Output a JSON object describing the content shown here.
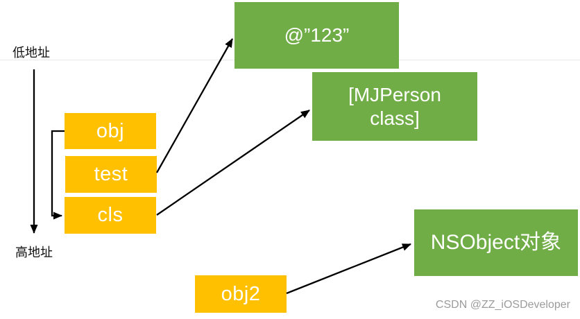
{
  "colors": {
    "yellow_box": "#FFC000",
    "green_box": "#70AD47",
    "arrow": "#000000",
    "divider_line": "#ECE9E9",
    "watermark_text_color": "#9B9B9B"
  },
  "memory_axis": {
    "low_label": "低地址",
    "high_label": "高地址"
  },
  "stack": {
    "boxes": [
      {
        "label": "obj"
      },
      {
        "label": "test"
      },
      {
        "label": "cls"
      }
    ],
    "obj2": {
      "label": "obj2"
    }
  },
  "heap": {
    "string_box": {
      "label": "@”123”"
    },
    "class_box": {
      "lines": [
        "[MJPerson",
        "class]"
      ]
    },
    "nsobject_box": {
      "label": "NSObject对象"
    }
  },
  "watermark": {
    "text": "CSDN @ZZ_iOSDeveloper"
  }
}
